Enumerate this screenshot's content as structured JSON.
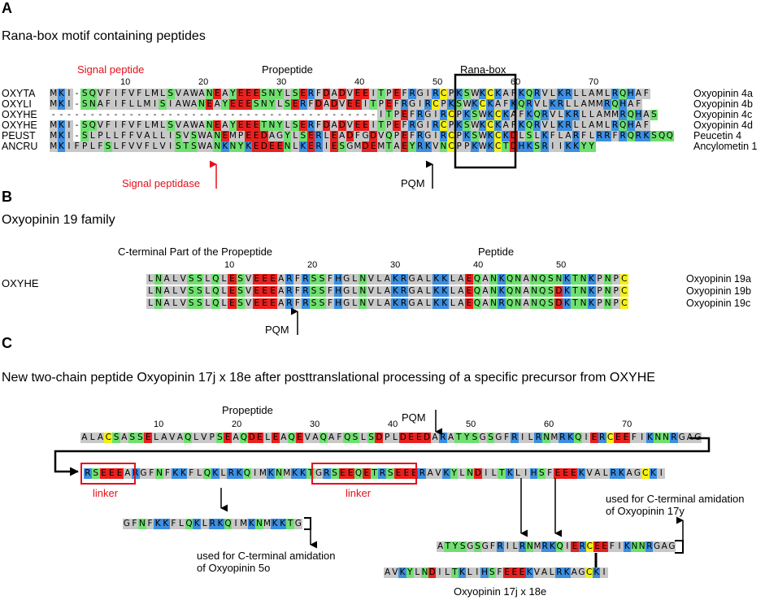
{
  "colors": {
    "A": "#c8c8c8",
    "V": "#c8c8c8",
    "L": "#c8c8c8",
    "I": "#c8c8c8",
    "M": "#c8c8c8",
    "F": "#c8c8c8",
    "W": "#c8c8c8",
    "P": "#c8c8c8",
    "G": "#c8c8c8",
    "S": "#6fe06f",
    "T": "#6fe06f",
    "N": "#6fe06f",
    "Q": "#6fe06f",
    "Y": "#6fe06f",
    "K": "#3c8ee0",
    "R": "#3c8ee0",
    "H": "#3c8ee0",
    "D": "#e8201e",
    "E": "#e8201e",
    "C": "#f5f012",
    "-": "#ffffff",
    "red": "#e5101b",
    "box": "#e5101b"
  },
  "panelA": {
    "letter": "A",
    "caption": "Rana-box motif containing peptides",
    "signal_peptide": "Signal peptide",
    "propeptide": "Propeptide",
    "rana_box": "Rana-box",
    "ticks": [
      "10",
      "20",
      "30",
      "40",
      "50",
      "60",
      "70"
    ],
    "species": [
      "OXYTA",
      "OXYLI",
      "OXYHE",
      "OXYHE",
      "PEUST",
      "ANCRU"
    ],
    "seqs": [
      "MKI-SQVFIFVFLMLSVAWANEAYEEESNYLSERFDADVEEITPEFRGIRCPKSWKCKAFKQRVLKRLLAMLRQHAF",
      "MKI-SNAFIFLLMISIAWANEAYEEESNYLSERFDADVEEITPEFRGIRCPKSWKCKAFKQRVLKRLLAMMRQHAF",
      "------------------------------------------ITPEFRGIRCPKSWKCKAFKQRVLKRLLAMMRQHAS",
      "MKI-SQVFIFVFLMLSVAWANEAYEEETNYLSERFDADVEEITPEFRGIRCPKSWKCKAFKQRVLKRLLAMLRQHAF",
      "MKI-SLPLLFFVALLISVSWANEMPEEDAGYLSERLEADFGDVQPEFRGIRCPKSWKCKDLSLKFLARFLRRFRQRKSQQ",
      "MKIFPLFSLFVVFLVISTSWANKNYKEDEENLKERIESGMDEMTAEYRKVNCPPKWKCTDHKSRIIKKYY"
    ],
    "names": [
      "Oxyopinin 4a",
      "Oxyopinin 4b",
      "Oxyopinin 4c",
      "Oxyopinin 4d",
      "Peucetin 4",
      "Ancylometin 1"
    ],
    "signal_peptidase": "Signal peptidase",
    "pqm": "PQM"
  },
  "panelB": {
    "letter": "B",
    "caption": "Oxyopinin 19 family",
    "cterm": "C-terminal Part of the Propeptide",
    "peptide": "Peptide",
    "ticks": [
      "10",
      "20",
      "30",
      "40",
      "50"
    ],
    "species": "OXYHE",
    "seqs": [
      "LNALVSSLQLESVEEEARFRSSFHGLNVLAKRGALKKLAEQANKQNANQSNKTNKPNPC",
      "LNALVSSLQLESVEEEARFRSSFHGLNVLAKRGALKKLAEQANKQNANQSDKTNKPNPC",
      "LNALVSSLQLESVEEEARFRSSFHGLNVLAKRGALKKLAEQANRQNANQSDKTNKPNPC"
    ],
    "names": [
      "Oxyopinin 19a",
      "Oxyopinin 19b",
      "Oxyopinin 19c"
    ],
    "pqm": "PQM"
  },
  "panelC": {
    "letter": "C",
    "caption": "New two-chain peptide Oxyopinin 17j x 18e after posttranslational processing of a specific precursor from OXYHE",
    "propeptide": "Propeptide",
    "pqm": "PQM",
    "ticks": [
      "10",
      "20",
      "30",
      "40",
      "50",
      "60",
      "70"
    ],
    "seq1": "ALACSASSELAVAQLVPSEAQDELEAQEVAQAFQSLSDPLDEEDARATYSGSGFRILRNMRKQIERCEEFIKNNRGAG",
    "seq2": "RSEEEARGFNFKKFLQKLRKQIMKNMKKTGRSEEQETRSEEERAVKYLNDILTKLIHSFEEEKVALRKAGCKI",
    "linker": "linker",
    "frag_o5": "GFNFKKFLQKLRKQIMKNMKKTG",
    "used_5o_1": "used for C-terminal amidation",
    "used_5o_2": "of Oxyopinin 5o",
    "used_17y_1": "used for C-terminal amidation",
    "used_17y_2": "of Oxyopinin 17y",
    "chain_top": "ATYSGSGFRILRNMRKQIERCEEFIKNNRGAG",
    "chain_bot": "AVKYLNDILTKLIHSFEEEKVALRKAGCKI",
    "product": "Oxyopinin 17j x 18e"
  }
}
